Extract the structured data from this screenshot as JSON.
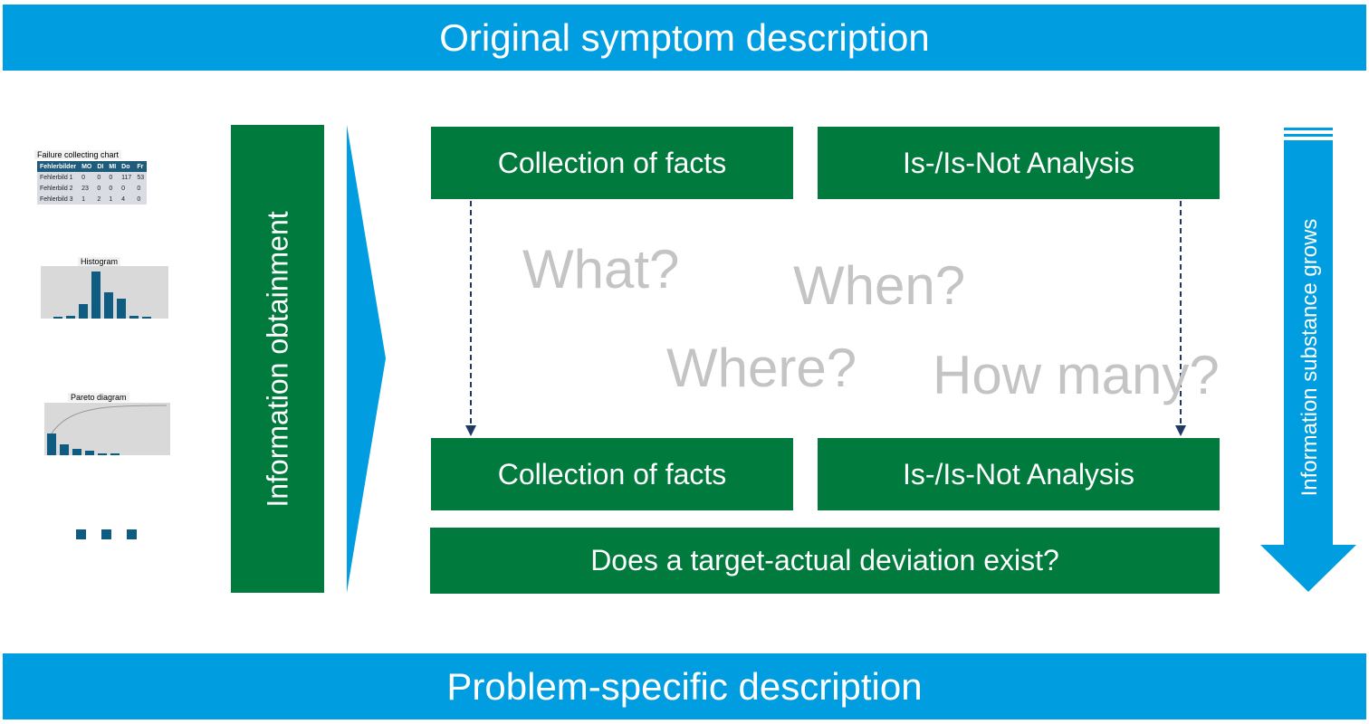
{
  "top_banner": "Original symptom description",
  "bottom_banner": "Problem-specific description",
  "vertical_label": "Information obtainment",
  "boxes": {
    "top_left": "Collection of facts",
    "top_right": "Is-/Is-Not Analysis",
    "bottom_left": "Collection of facts",
    "bottom_right": "Is-/Is-Not Analysis",
    "bottom_wide": "Does a target-actual deviation exist?"
  },
  "questions": [
    "What?",
    "When?",
    "Where?",
    "How many?"
  ],
  "right_arrow_label": "Information substance grows",
  "thumbnails": {
    "failure_chart": {
      "title": "Failure collecting chart",
      "headers": [
        "Fehlerbilder",
        "MO",
        "DI",
        "MI",
        "Do",
        "Fr"
      ],
      "rows": [
        [
          "Fehlerbild 1",
          "0",
          "0",
          "0",
          "117",
          "53"
        ],
        [
          "Fehlerbild 2",
          "23",
          "0",
          "0",
          "0",
          "0"
        ],
        [
          "Fehlerbild 3",
          "1",
          "2",
          "1",
          "4",
          "0"
        ]
      ]
    },
    "histogram": {
      "title": "Histogram",
      "values": [
        0.02,
        0.05,
        0.3,
        1.0,
        0.55,
        0.42,
        0.06,
        0.02
      ]
    },
    "pareto": {
      "title": "Pareto diagram",
      "values": [
        1.0,
        0.5,
        0.28,
        0.2,
        0.08,
        0.05
      ]
    }
  },
  "colors": {
    "blue": "#009de0",
    "green": "#007a3d",
    "navy": "#0e5c82",
    "question_gray": "#c4c4c4"
  }
}
